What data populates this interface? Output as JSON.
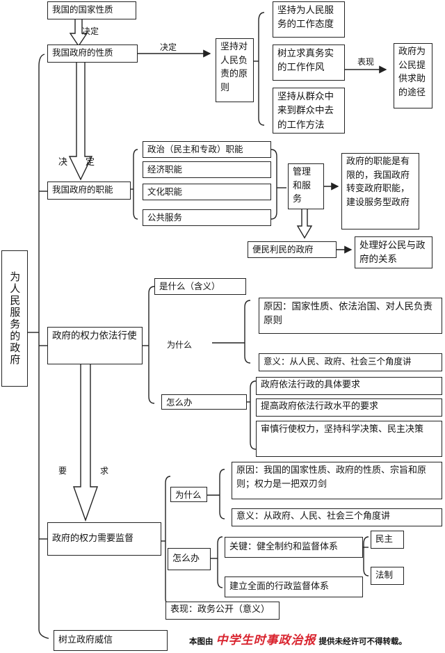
{
  "root": "为人民服务的政府",
  "nature": {
    "country": "我国的国家性质",
    "decides1": "决定",
    "gov": "我国政府的性质",
    "decides2": "决定",
    "principle": "坚持对人民负责的原则",
    "attitudes": [
      "坚持为人民服务的工作态度",
      "树立求真务实的工作作风",
      "坚持从群众中来到群众中去的工作方法"
    ],
    "shows": "表现",
    "help": "政府为公民提供求助的途径"
  },
  "functions": {
    "decides3": "决　　定",
    "title": "我国政府的职能",
    "items": [
      "政治（民主和专政）职能",
      "经济职能",
      "文化职能",
      "公共服务"
    ],
    "manage": "管理和服务",
    "limited": "政府的职能是有限的，我国政府转变政府职能，建设服务型政府",
    "convenient": "便民利民的政府",
    "relation": "处理好公民与政府的关系"
  },
  "law": {
    "title": "政府的权力依法行使",
    "what": "是什么（含义）",
    "why": "为什么",
    "reason": "原因：国家性质、依法治国、对人民负责原则",
    "meaning": "意义：从人民、政府、社会三个角度讲",
    "how": "怎么办",
    "how_items": [
      "政府依法行政的具体要求",
      "提高政府依法行政水平的要求",
      "审慎行使权力，坚持科学决策、民主决策"
    ]
  },
  "requires": "要　　　　求",
  "supervision": {
    "title": "政府的权力需要监督",
    "why": "为什么",
    "reason": "原因：我国的国家性质、政府的性质、宗旨和原则；权力是一把双刃剑",
    "meaning": "意义：从政府、人民、社会三个角度讲",
    "how": "怎么办",
    "key": "关键：健全制约和监督体系",
    "democracy": "民主",
    "legal": "法制",
    "system": "建立全面的行政监督体系",
    "show": "表现：政务公开（意义）"
  },
  "prestige": "树立政府威信",
  "footer": {
    "prefix": "本图由",
    "logo": "中学生时事政治报",
    "suffix": "提供未经许可不得转载。"
  }
}
